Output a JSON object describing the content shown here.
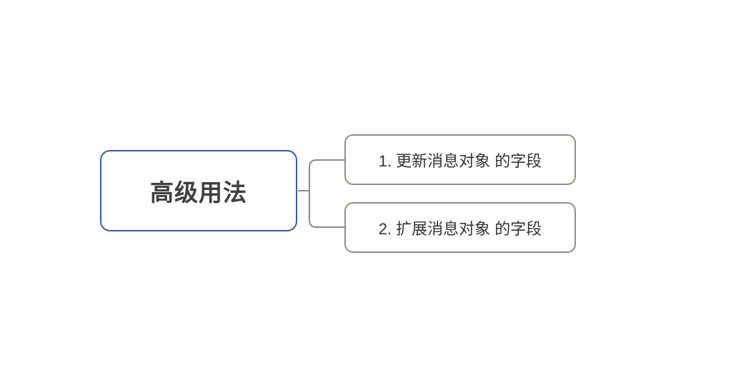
{
  "diagram": {
    "type": "mindmap",
    "root_node": {
      "label": "高级用法"
    },
    "child_nodes": [
      {
        "label": "1. 更新消息对象 的字段"
      },
      {
        "label": "2. 扩展消息对象 的字段"
      }
    ]
  },
  "colors": {
    "background": "#ffffff",
    "root_border": "#3c5a96",
    "root_text": "#3f3f3f",
    "child_border": "#918e87",
    "child_text": "#333333",
    "connector": "#8a8a85"
  }
}
